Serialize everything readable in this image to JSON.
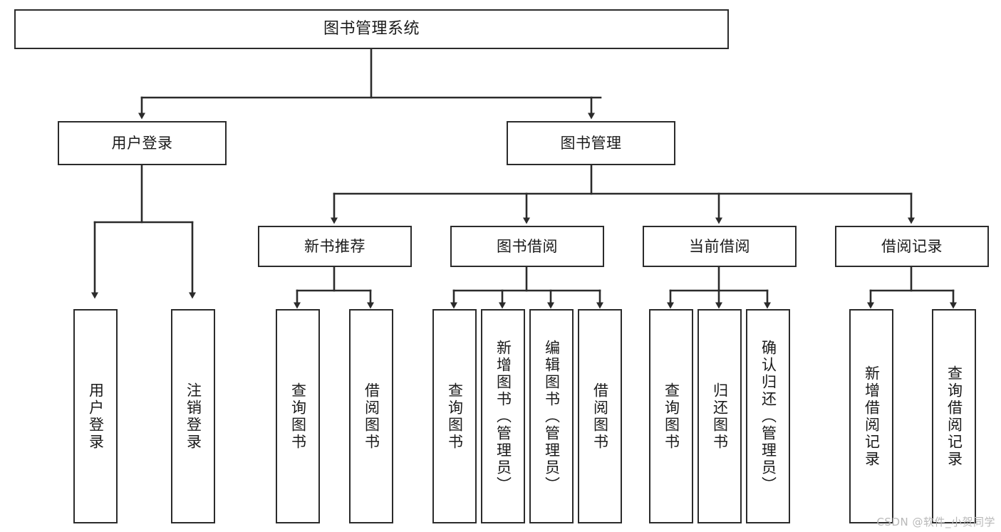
{
  "diagram": {
    "title": "图书管理系统",
    "type": "tree-hierarchy-chart",
    "colors": {
      "box_border": "#2b2b2b",
      "box_fill": "#ffffff",
      "connector": "#2b2b2b",
      "text": "#1a1a1a",
      "watermark": "#b9b9b9",
      "background": "#ffffff"
    },
    "root": {
      "label": "图书管理系统"
    },
    "level1": [
      {
        "id": "user-login",
        "label": "用户登录"
      },
      {
        "id": "book-management",
        "label": "图书管理"
      }
    ],
    "level2": [
      {
        "id": "new-book-recommend",
        "label": "新书推荐",
        "parent": "book-management"
      },
      {
        "id": "book-borrow",
        "label": "图书借阅",
        "parent": "book-management"
      },
      {
        "id": "current-borrow",
        "label": "当前借阅",
        "parent": "book-management"
      },
      {
        "id": "borrow-record",
        "label": "借阅记录",
        "parent": "book-management"
      }
    ],
    "leaves": {
      "user_login": [
        {
          "id": "leaf-user-login",
          "label": "用户登录"
        },
        {
          "id": "leaf-logout-login",
          "label": "注销登录"
        }
      ],
      "new_book_recommend": [
        {
          "id": "leaf-query-book-1",
          "label": "查询图书"
        },
        {
          "id": "leaf-borrow-book-1",
          "label": "借阅图书"
        }
      ],
      "book_borrow": [
        {
          "id": "leaf-query-book-2",
          "label": "查询图书"
        },
        {
          "id": "leaf-add-book",
          "label": "新增图书（管理员）"
        },
        {
          "id": "leaf-edit-book",
          "label": "编辑图书（管理员）"
        },
        {
          "id": "leaf-borrow-book-2",
          "label": "借阅图书"
        }
      ],
      "current_borrow": [
        {
          "id": "leaf-query-book-3",
          "label": "查询图书"
        },
        {
          "id": "leaf-return-book",
          "label": "归还图书"
        },
        {
          "id": "leaf-confirm-return",
          "label": "确认归还（管理员）"
        }
      ],
      "borrow_record": [
        {
          "id": "leaf-add-record",
          "label": "新增借阅记录"
        },
        {
          "id": "leaf-query-record",
          "label": "查询借阅记录"
        }
      ]
    }
  },
  "watermark": {
    "text": "CSDN @软件_小贺同学"
  }
}
